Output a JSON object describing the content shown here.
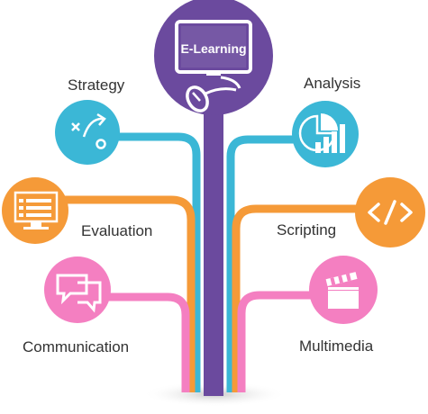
{
  "center": {
    "title": "E-Learning",
    "icon": "computer-mouse-icon",
    "color": "#6b4a9e"
  },
  "branches": [
    {
      "id": "strategy",
      "label": "Strategy",
      "icon": "strategy-play-icon",
      "color": "#3bb7d6",
      "side": "left"
    },
    {
      "id": "evaluation",
      "label": "Evaluation",
      "icon": "forms-list-icon",
      "color": "#f59a38",
      "side": "left"
    },
    {
      "id": "communication",
      "label": "Communication",
      "icon": "chat-bubbles-icon",
      "color": "#f47fc1",
      "side": "left"
    },
    {
      "id": "analysis",
      "label": "Analysis",
      "icon": "pie-bar-chart-icon",
      "color": "#3bb7d6",
      "side": "right"
    },
    {
      "id": "scripting",
      "label": "Scripting",
      "icon": "code-brackets-icon",
      "color": "#f59a38",
      "side": "right"
    },
    {
      "id": "multimedia",
      "label": "Multimedia",
      "icon": "clapperboard-icon",
      "color": "#f47fc1",
      "side": "right"
    }
  ]
}
